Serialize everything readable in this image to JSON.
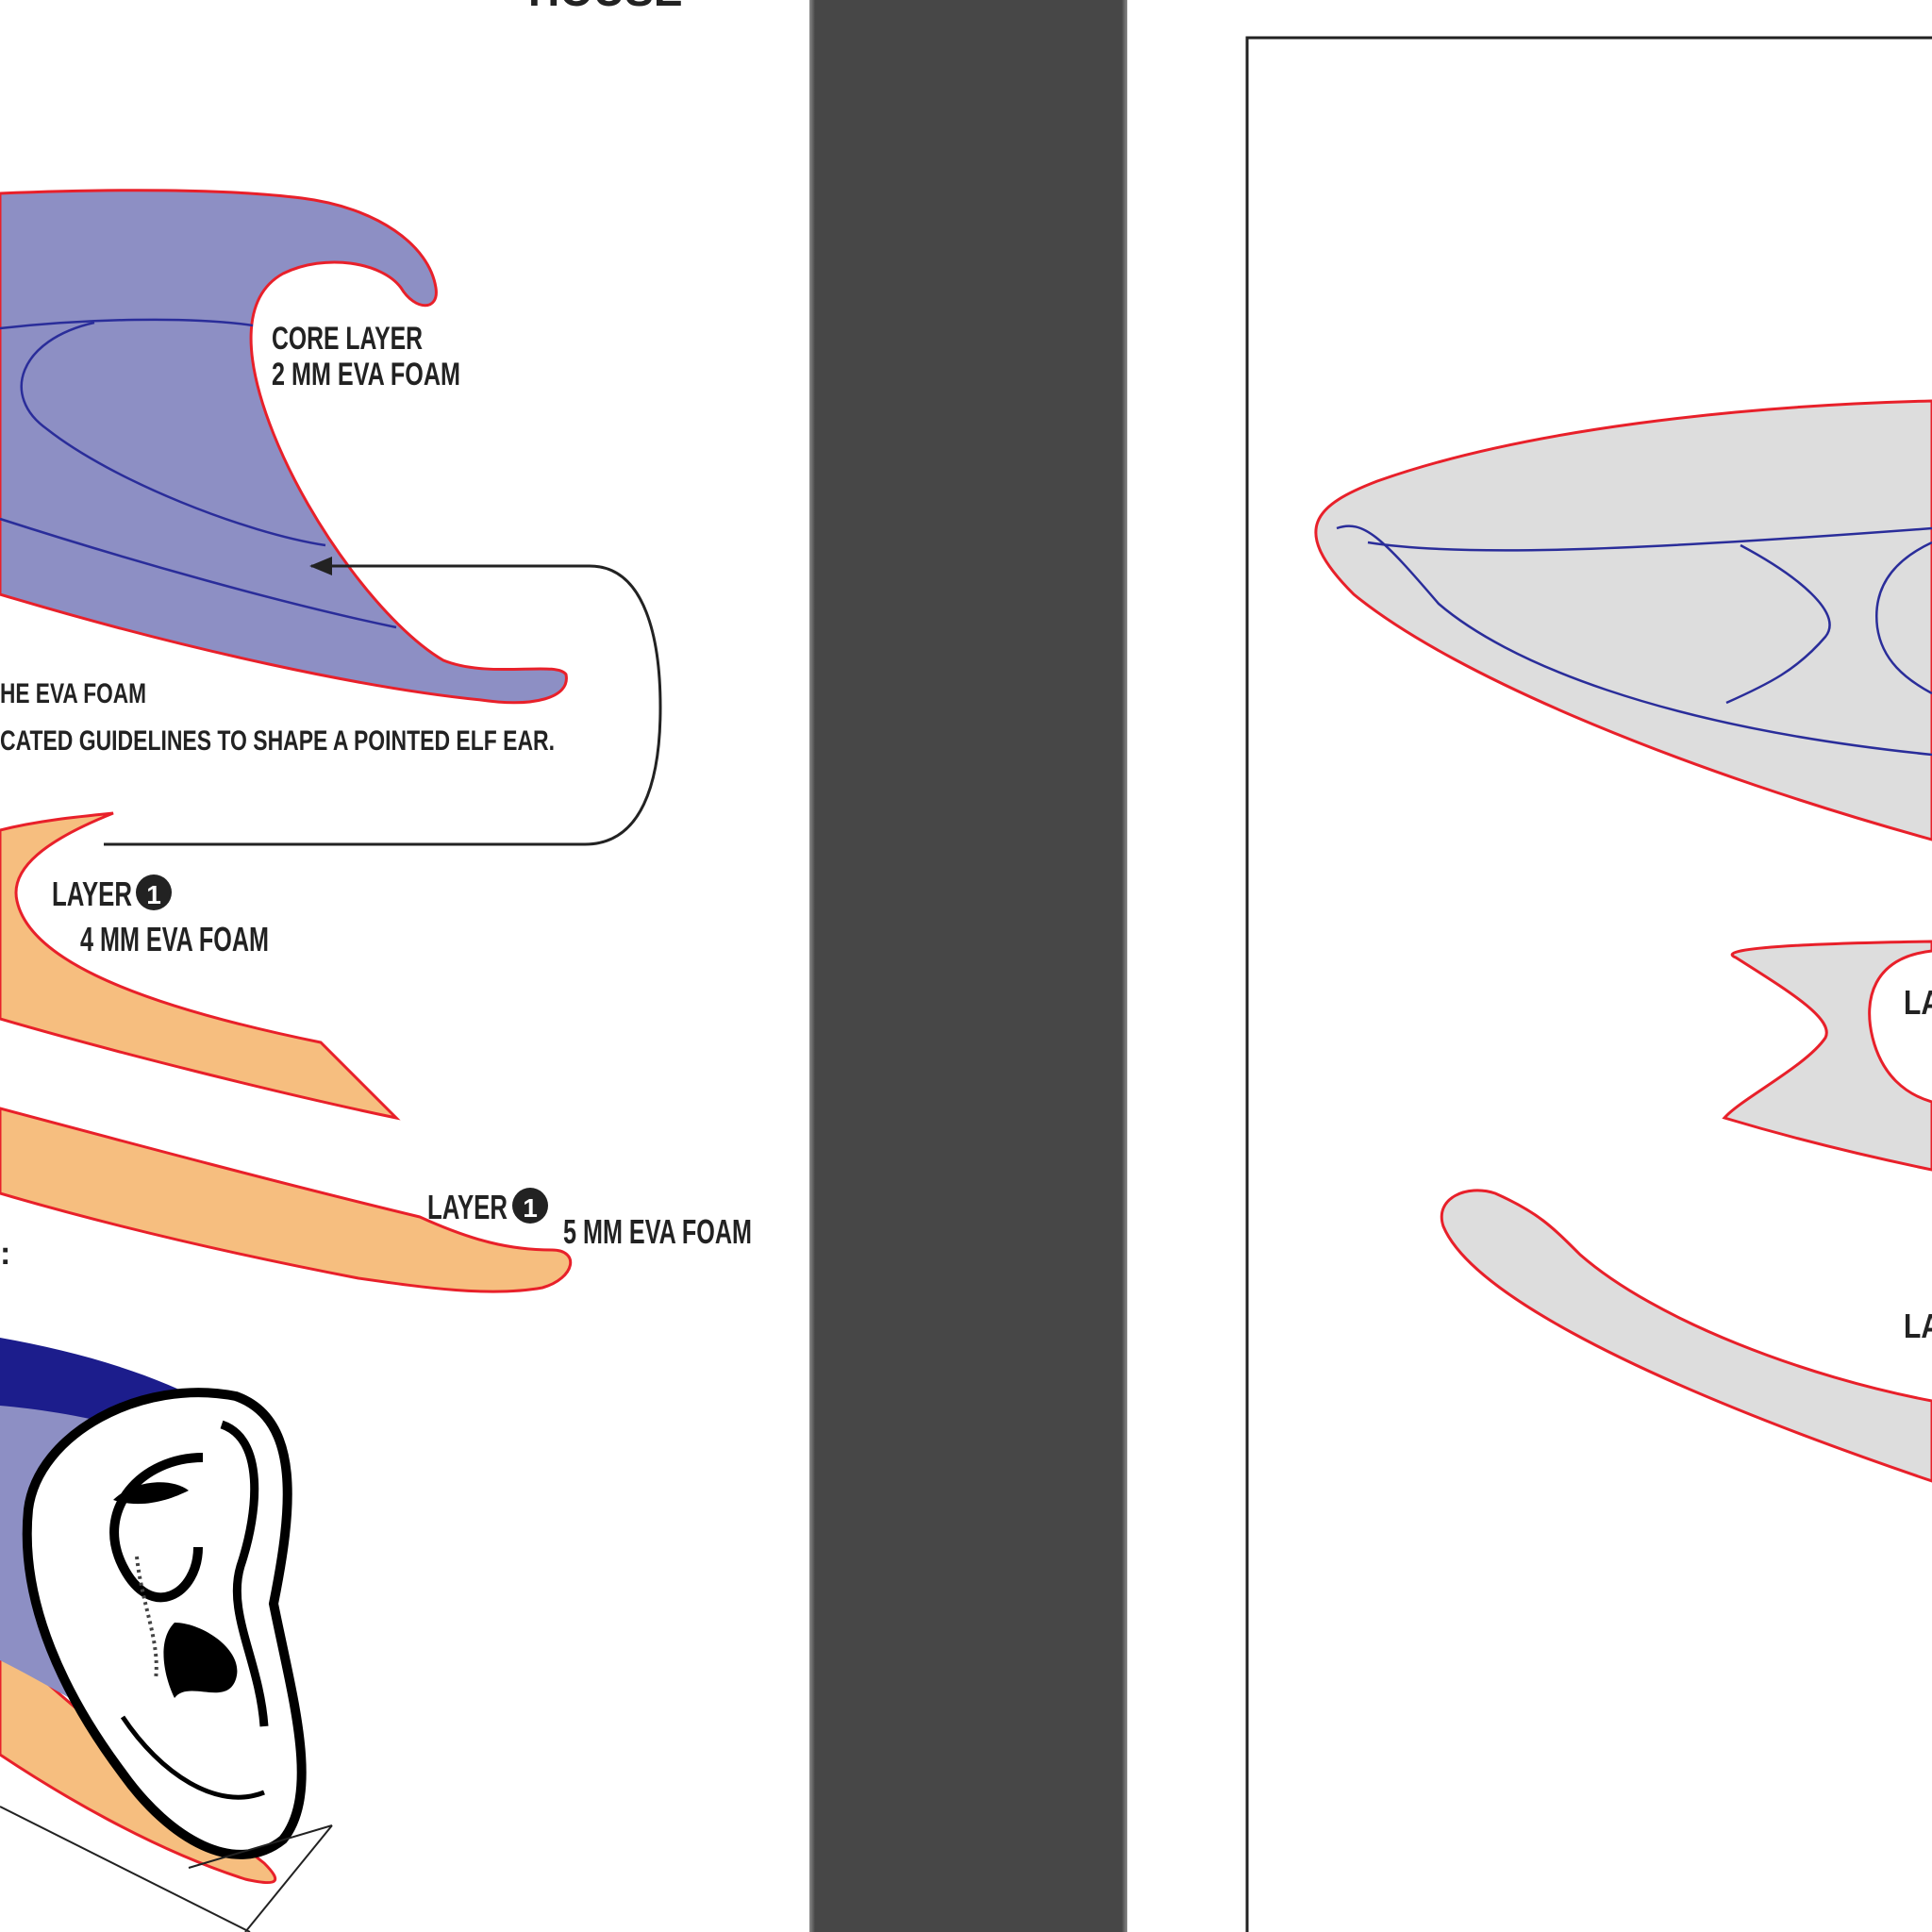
{
  "left_page": {
    "header_fragment": "HOUSE",
    "core_layer": {
      "line1": "CORE LAYER",
      "line2": "2 MM EVA FOAM"
    },
    "instruction": {
      "line1": "HE EVA FOAM",
      "line2": "CATED GUIDELINES TO SHAPE A POINTED ELF EAR."
    },
    "layer_a": {
      "title": "LAYER",
      "badge": "1",
      "subtitle": "4 MM EVA FOAM"
    },
    "layer_b": {
      "title": "LAYER",
      "badge": "1",
      "subtitle": "5 MM EVA FOAM"
    },
    "side_fragment": ":"
  },
  "right_page": {
    "label_fragment_1": "LA",
    "label_fragment_2": "LA"
  },
  "colors": {
    "gutter": "#474747",
    "core_fill": "#8d8fc4",
    "layer_fill": "#f6be7f",
    "outline_red": "#e8202a",
    "guide_blue": "#2a2d9a",
    "navy": "#1c1d8c",
    "template_fill": "#dddddd"
  },
  "icons": [
    "ear-illustration",
    "number-badge-icon",
    "callout-arrow"
  ]
}
